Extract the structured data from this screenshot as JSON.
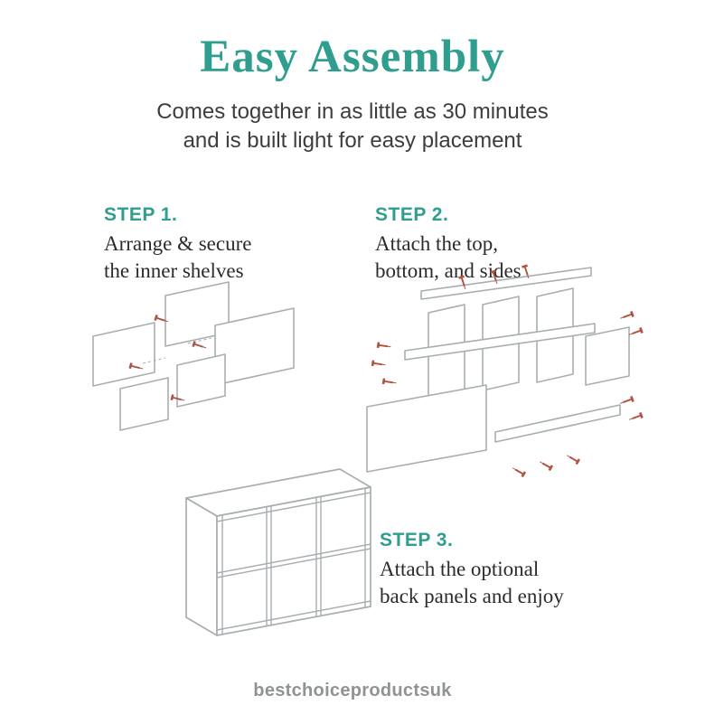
{
  "page": {
    "title": "Easy Assembly",
    "subtitle_line1": "Comes together in as little as 30 minutes",
    "subtitle_line2": "and is built light for easy placement",
    "watermark": "bestchoiceproductsuk"
  },
  "steps": [
    {
      "label": "STEP 1.",
      "line1": "Arrange & secure",
      "line2": "the inner shelves"
    },
    {
      "label": "STEP 2.",
      "line1": "Attach the top,",
      "line2": "bottom, and sides"
    },
    {
      "label": "STEP 3.",
      "line1": "Attach the optional",
      "line2": "back panels and enjoy"
    }
  ],
  "colors": {
    "teal": "#2f9e8e",
    "heading_text": "#3d3d3d",
    "body_text": "#2b2b2b",
    "line_art": "#a8aeb0",
    "screw_brown": "#a85446",
    "screw_red": "#b3503e",
    "watermark_gray": "#8f9394"
  }
}
